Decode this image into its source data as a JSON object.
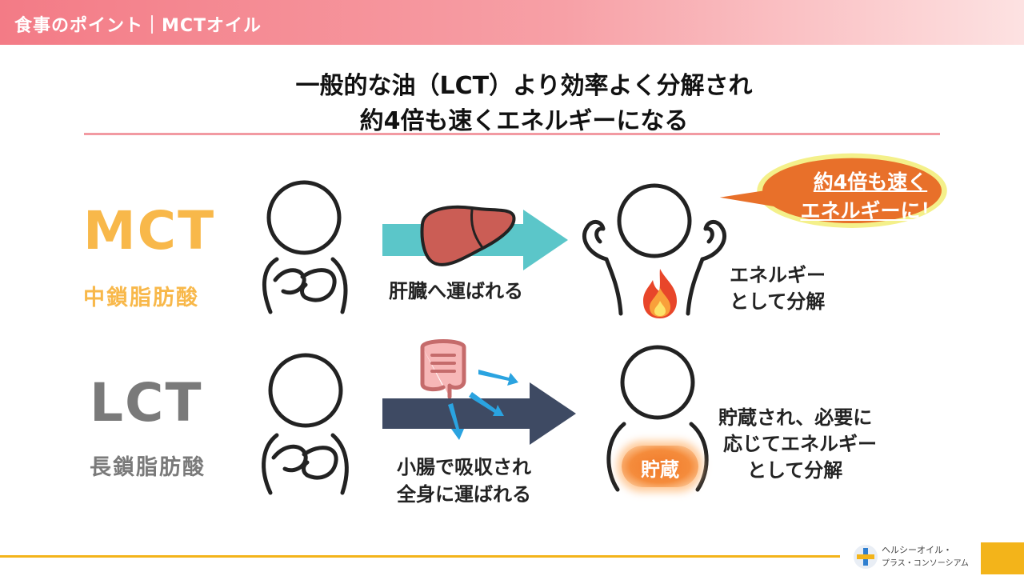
{
  "header": {
    "title": "食事のポイント｜MCTオイル"
  },
  "headline": {
    "line1": "一般的な油（LCT）より効率よく分解され",
    "line2_pre": "約",
    "line2_num": "4",
    "line2_post": "倍も速くエネルギーになる"
  },
  "mct": {
    "label": "MCT",
    "sub": "中鎖脂肪酸",
    "arrow_caption": "肝臓へ運ばれる",
    "result": [
      "エネルギー",
      "として分解"
    ],
    "bubble": [
      "約4倍も速く",
      "エネルギーに！"
    ]
  },
  "lct": {
    "label": "LCT",
    "sub": "長鎖脂肪酸",
    "arrow_caption": [
      "小腸で吸収され",
      "全身に運ばれる"
    ],
    "badge": "貯蔵",
    "result": [
      "貯蔵され、必要に",
      "応じてエネルギー",
      "として分解"
    ]
  },
  "footer": {
    "logo_line1": "ヘルシーオイル・",
    "logo_line2": "プラス・コンソーシアム"
  },
  "colors": {
    "header": "#f37b86",
    "mct": "#f8b84a",
    "lct": "#7a7a7a",
    "teal_arrow": "#5bc6c9",
    "navy_arrow": "#3e4a63",
    "bubble": "#e8702a",
    "footer": "#f3b41a"
  }
}
